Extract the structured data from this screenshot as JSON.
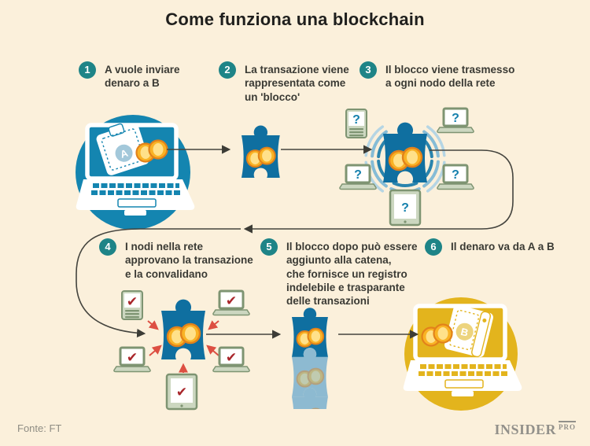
{
  "title": "Come funziona una blockchain",
  "steps": [
    {
      "num": "1",
      "text": "A vuole inviare\ndenaro a B"
    },
    {
      "num": "2",
      "text": "La transazione viene\nrappresentata come\nun 'blocco'"
    },
    {
      "num": "3",
      "text": "Il blocco viene trasmesso\na ogni nodo della rete"
    },
    {
      "num": "4",
      "text": "I nodi nella rete\napprovano la transazione\ne la convalidano"
    },
    {
      "num": "5",
      "text": "Il blocco dopo può essere\naggiunto alla catena,\nche fornisce un registro\nindelebile e trasparante\ndelle transazioni"
    },
    {
      "num": "6",
      "text": "Il denaro va da A a B"
    }
  ],
  "icons": {
    "question_mark": "?",
    "checkmark": "✔"
  },
  "labels": {
    "wallet_a": "A",
    "wallet_b": "B"
  },
  "footer": {
    "source": "Fonte: FT",
    "brand": "INSIDER",
    "brand_suffix": "PRO"
  },
  "colors": {
    "background": "#fbf0db",
    "step_badge": "#1e8487",
    "puzzle_blue": "#0f6fa0",
    "laptop_teal": "#1485b0",
    "gold": "#e3b41d",
    "coin": "#f9b325",
    "device_sage": "#ccd7c0",
    "check_red": "#a9262b",
    "arrow_red": "#dd4f42",
    "line": "#44443e",
    "text": "#3a3a34",
    "chain_light": "#8dbad1"
  }
}
